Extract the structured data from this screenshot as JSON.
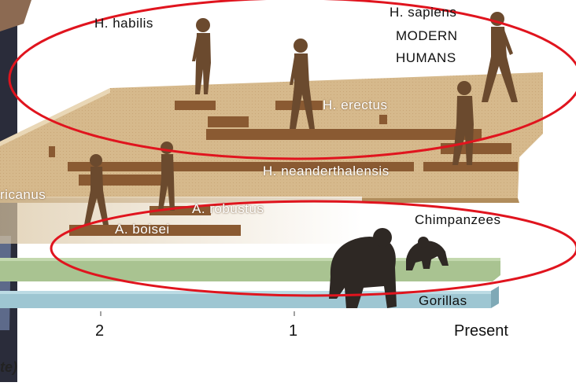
{
  "labels": {
    "habilis": "H. habilis",
    "sapiens_line1": "H. sapiens",
    "sapiens_line2": "MODERN",
    "sapiens_line3": "HUMANS",
    "erectus": "H. erectus",
    "neanderthalensis": "H. neanderthalensis",
    "africanus_partial": "ricanus",
    "robustus": "A. robustus",
    "boisei": "A. boisei",
    "chimpanzees": "Chimpanzees",
    "gorillas": "Gorillas"
  },
  "axis": {
    "ticks": [
      "2",
      "1",
      "Present"
    ]
  },
  "footer_partial": "te)",
  "colors": {
    "highlight_ellipse": "#e0141e",
    "hominid_platform": "#d4b385",
    "hominid_bar": "#8a5a32",
    "chimp_bar": "#a9c391",
    "gorilla_bar": "#9ec6d2",
    "figures": "#6b4a2e"
  },
  "icons": [
    "walking-hominid-figure",
    "gorilla-figure",
    "chimpanzee-figure"
  ]
}
